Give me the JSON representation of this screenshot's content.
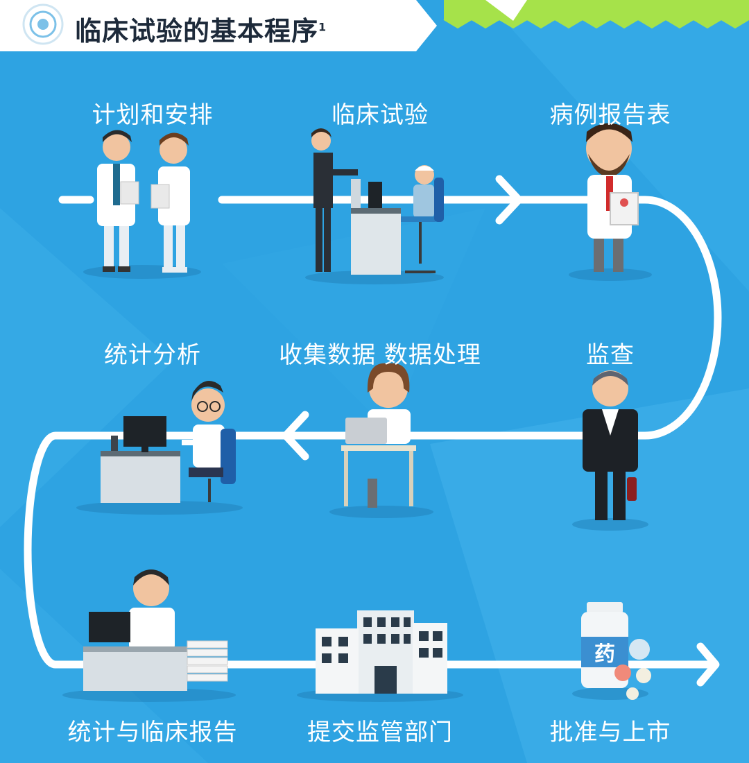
{
  "title": {
    "text": "临床试验的基本程序",
    "footnote": "1"
  },
  "steps": [
    {
      "id": "plan",
      "label": "计划和安排"
    },
    {
      "id": "trial",
      "label": "临床试验"
    },
    {
      "id": "crf",
      "label": "病例报告表"
    },
    {
      "id": "monitor",
      "label": "监查"
    },
    {
      "id": "collect",
      "label": "收集数据  数据处理"
    },
    {
      "id": "analysis",
      "label": "统计分析"
    },
    {
      "id": "report",
      "label": "统计与临床报告"
    },
    {
      "id": "submit",
      "label": "提交监管部门"
    },
    {
      "id": "approve",
      "label": "批准与上市"
    }
  ],
  "medicine_label": "药",
  "colors": {
    "background": "#2ea3e2",
    "path": "#ffffff",
    "title_bar": "#ffffff",
    "title_text": "#1d2a3a",
    "accent_green": "#a6e24a"
  }
}
